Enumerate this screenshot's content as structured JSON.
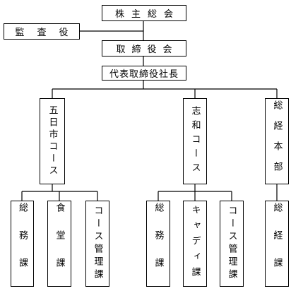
{
  "org_chart": {
    "shareholders": "株主総会",
    "auditor": "監査役",
    "board": "取締役会",
    "president": "代表取締役社長",
    "divisions": [
      {
        "name": "五日市コース",
        "sections": [
          "総務課",
          "食堂課",
          "コース管理課"
        ]
      },
      {
        "name": "志和コース",
        "sections": [
          "総務課",
          "キャディ課",
          "コース管理課"
        ]
      },
      {
        "name": "総経本部",
        "sections": [
          "総経課"
        ]
      }
    ]
  }
}
